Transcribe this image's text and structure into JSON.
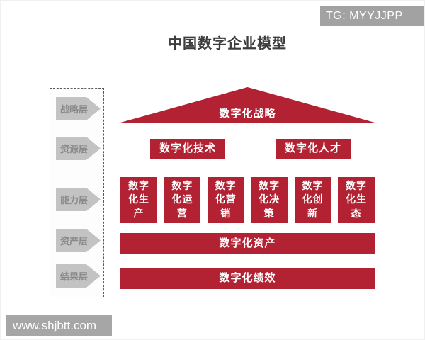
{
  "page": {
    "title": "中国数字企业模型"
  },
  "badge": {
    "text": "TG: MYYJJPP"
  },
  "watermark": {
    "text": "www.shjbtt.com"
  },
  "colors": {
    "accent_red": "#b22233",
    "badge_gray": "#a2a2a2",
    "arrow_gray": "#c3c3c3",
    "arrow_text_gray": "#8a8a8a",
    "title_gray": "#3d3d3d"
  },
  "layers": [
    {
      "label": "战略层"
    },
    {
      "label": "资源层"
    },
    {
      "label": "能力层"
    },
    {
      "label": "资产层"
    },
    {
      "label": "结果层"
    }
  ],
  "diagram": {
    "roof_label": "数字化战略",
    "resource_boxes": [
      {
        "label": "数字化技术"
      },
      {
        "label": "数字化人才"
      }
    ],
    "capability_boxes": [
      {
        "label": "数字化生产",
        "lines": [
          "数字",
          "化生",
          "产"
        ]
      },
      {
        "label": "数字化运营",
        "lines": [
          "数字",
          "化运",
          "营"
        ]
      },
      {
        "label": "数字化营销",
        "lines": [
          "数字",
          "化营",
          "销"
        ]
      },
      {
        "label": "数字化决策",
        "lines": [
          "数字",
          "化决",
          "策"
        ]
      },
      {
        "label": "数字化创新",
        "lines": [
          "数字",
          "化创",
          "新"
        ]
      },
      {
        "label": "数字化生态",
        "lines": [
          "数字",
          "化生",
          "态"
        ]
      }
    ],
    "asset_bar": "数字化资产",
    "result_bar": "数字化绩效"
  }
}
